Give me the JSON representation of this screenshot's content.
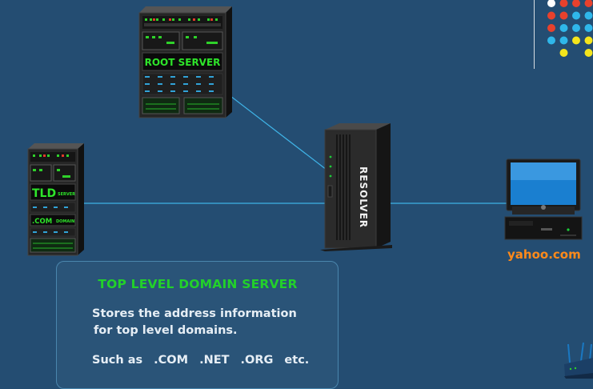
{
  "servers": {
    "root": {
      "label": "ROOT SERVER"
    },
    "tld": {
      "label": "TLD",
      "sublabel": "SERVER",
      "com_label": ".COM",
      "com_sublabel": "DOMAIN"
    },
    "resolver": {
      "label": "RESOLVER"
    }
  },
  "client": {
    "domain_label": "yahoo.com"
  },
  "info_box": {
    "title": "TOP LEVEL DOMAIN SERVER",
    "description_line1": "Stores the address information",
    "description_line2": "for top level domains.",
    "examples_prefix": "Such as",
    "examples": [
      ".COM",
      ".NET",
      ".ORG",
      "etc."
    ]
  },
  "colors": {
    "background": "#244d72",
    "connector": "#3fb3e6",
    "title_green": "#22d12a",
    "domain_orange": "#ff8a1a",
    "dot_white": "#ffffff",
    "dot_red": "#e8412c",
    "dot_blue": "#2fb7ea",
    "dot_yellow": "#f4e51c"
  },
  "decor": {
    "dot_grid": [
      [
        "white",
        "red",
        "red",
        "red",
        "red"
      ],
      [
        "red",
        "red",
        "blue",
        "blue",
        "blue"
      ],
      [
        "red",
        "blue",
        "blue",
        "blue",
        "blue"
      ],
      [
        "blue",
        "blue",
        "yellow",
        "yellow",
        "blue"
      ],
      [
        "",
        "yellow",
        "",
        "yellow",
        ""
      ]
    ]
  }
}
